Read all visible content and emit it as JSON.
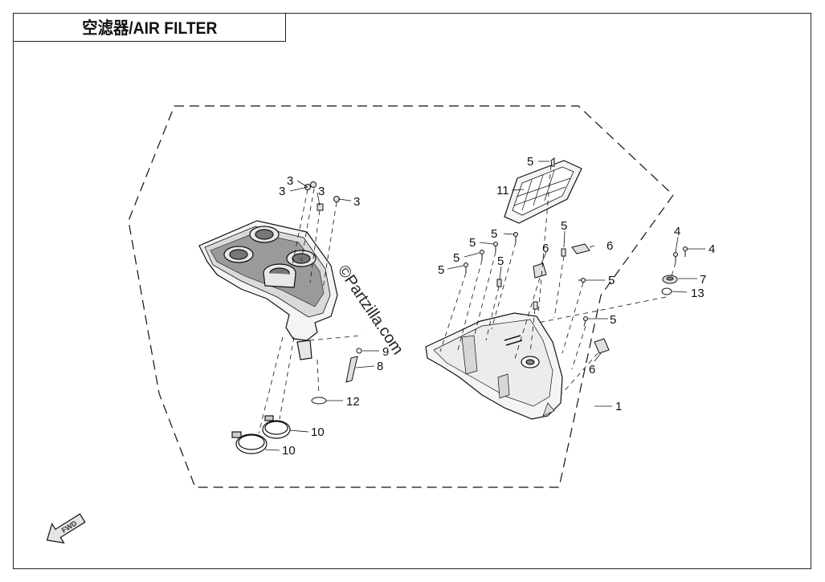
{
  "title": "空滤器/AIR FILTER",
  "watermark": "©Partzilla.com",
  "fwd_label": "FWD",
  "callouts": {
    "c1": "1",
    "c3a": "3",
    "c3b": "3",
    "c3c": "3",
    "c3d": "3",
    "c4a": "4",
    "c4b": "4",
    "c5a": "5",
    "c5b": "5",
    "c5c": "5",
    "c5d": "5",
    "c5e": "5",
    "c5f": "5",
    "c5g": "5",
    "c5h": "5",
    "c5i": "5",
    "c6a": "6",
    "c6b": "6",
    "c6c": "6",
    "c7": "7",
    "c8": "8",
    "c9": "9",
    "c10a": "10",
    "c10b": "10",
    "c11": "11",
    "c12": "12",
    "c13": "13"
  },
  "colors": {
    "line": "#111111",
    "part_fill": "#f4f4f4",
    "shade": "#bdbdbd"
  }
}
